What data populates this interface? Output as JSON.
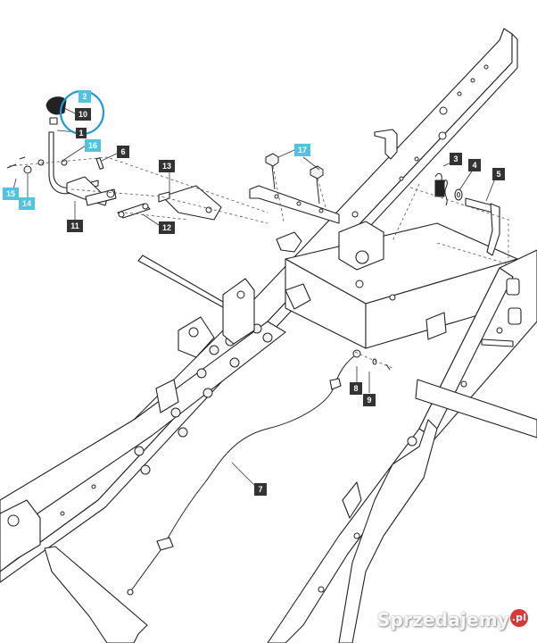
{
  "callouts": [
    {
      "text": "2",
      "style": "highlight"
    },
    {
      "text": "10",
      "style": "dark"
    },
    {
      "text": "1",
      "style": "dark"
    },
    {
      "text": "16",
      "style": "highlight"
    },
    {
      "text": "6",
      "style": "dark"
    },
    {
      "text": "15",
      "style": "highlight"
    },
    {
      "text": "14",
      "style": "highlight"
    },
    {
      "text": "11",
      "style": "dark"
    },
    {
      "text": "12",
      "style": "dark"
    },
    {
      "text": "13",
      "style": "dark"
    },
    {
      "text": "17",
      "style": "highlight"
    },
    {
      "text": "3",
      "style": "dark"
    },
    {
      "text": "4",
      "style": "dark"
    },
    {
      "text": "5",
      "style": "dark"
    },
    {
      "text": "8",
      "style": "dark"
    },
    {
      "text": "9",
      "style": "dark"
    },
    {
      "text": "7",
      "style": "dark"
    }
  ],
  "colors": {
    "dark_label": "#333333",
    "highlight_label": "#4fc3e0",
    "focus_circle": "#1e9ad6",
    "line": "#222222"
  },
  "watermark": {
    "text": "Sprzedajemy",
    "badge": ".pl"
  }
}
